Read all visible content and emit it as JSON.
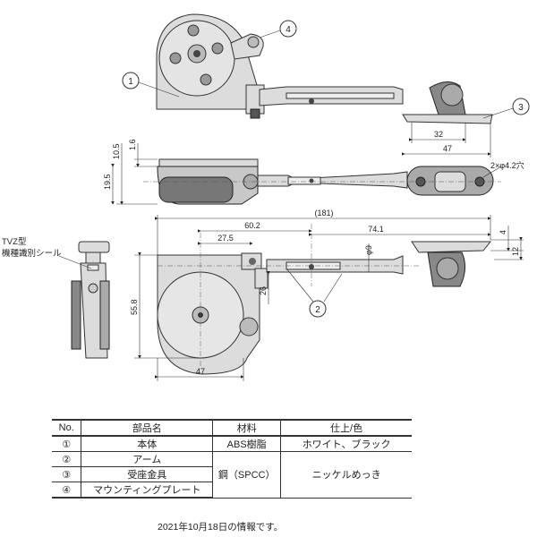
{
  "callouts": [
    "1",
    "2",
    "3",
    "4"
  ],
  "dimensions": {
    "top": [
      "32",
      "47",
      "2×φ4.2穴"
    ],
    "side": [
      "10.5",
      "1.6",
      "19.5"
    ],
    "front": [
      "(181)",
      "60.2",
      "27.5",
      "74.1",
      "φ9",
      "4",
      "12",
      "26",
      "55.8",
      "47"
    ]
  },
  "side_label": {
    "line1": "TVZ型",
    "line2": "機種識別シール"
  },
  "parts_table": {
    "headers": [
      "No.",
      "部品名",
      "材料",
      "仕上/色"
    ],
    "rows": [
      {
        "no": "①",
        "name": "本体",
        "material": "ABS樹脂",
        "finish": "ホワイト、ブラック"
      },
      {
        "no": "②",
        "name": "アーム",
        "material": "",
        "finish": ""
      },
      {
        "no": "③",
        "name": "受座金具",
        "material": "鋼（SPCC）",
        "finish": "ニッケルめっき"
      },
      {
        "no": "④",
        "name": "マウンティングプレート",
        "material": "",
        "finish": ""
      }
    ]
  },
  "note": "2021年10月18日の情報です。"
}
